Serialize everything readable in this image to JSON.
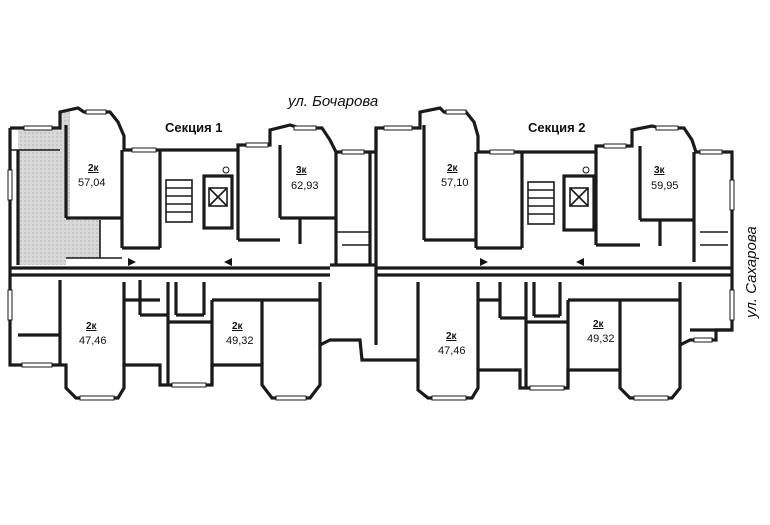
{
  "streets": {
    "top": "ул. Бочарова",
    "right": "ул. Сахарова"
  },
  "sections": [
    "Секция 1",
    "Секция 2"
  ],
  "apartments": [
    {
      "rooms": "2к",
      "area": "57,04"
    },
    {
      "rooms": "3к",
      "area": "62,93"
    },
    {
      "rooms": "2к",
      "area": "57,10"
    },
    {
      "rooms": "3к",
      "area": "59,95"
    },
    {
      "rooms": "2к",
      "area": "47,46"
    },
    {
      "rooms": "2к",
      "area": "49,32"
    },
    {
      "rooms": "2к",
      "area": "47,46"
    },
    {
      "rooms": "2к",
      "area": "49,32"
    }
  ]
}
